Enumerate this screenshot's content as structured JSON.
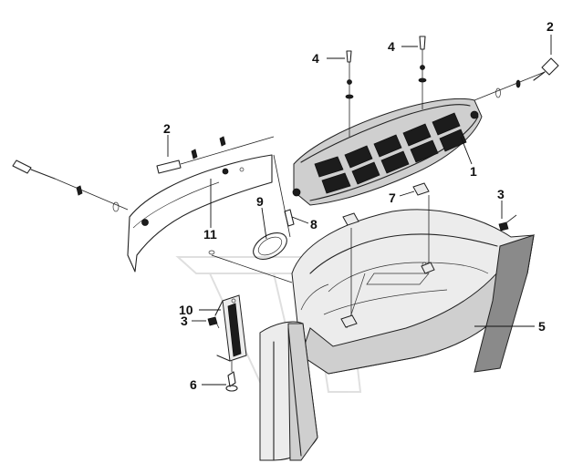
{
  "callouts": {
    "c1": "1",
    "c2_top_right": "2",
    "c2_left": "2",
    "c3_right": "3",
    "c3_left": "3",
    "c4_a": "4",
    "c4_b": "4",
    "c5": "5",
    "c6": "6",
    "c7": "7",
    "c8": "8",
    "c9": "9",
    "c10": "10",
    "c11": "11"
  }
}
